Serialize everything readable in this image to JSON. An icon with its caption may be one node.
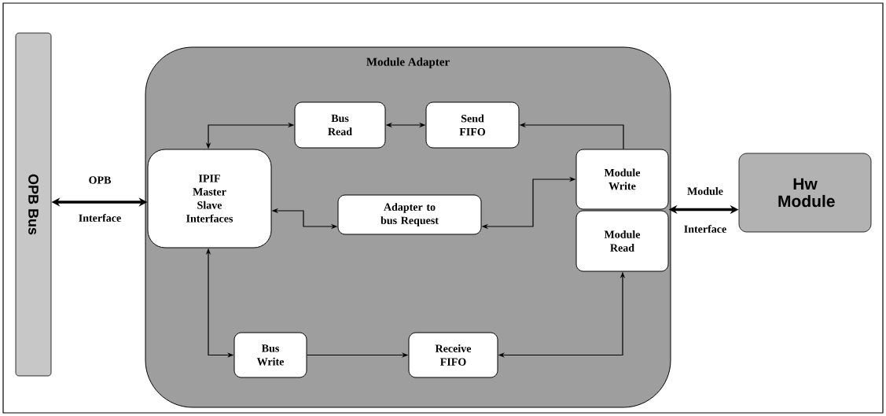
{
  "diagram": {
    "nodes": [
      {
        "text": [
          "OPB Bus"
        ]
      },
      {
        "text": [
          "Module Adapter"
        ]
      },
      {
        "text": [
          "Bus Read"
        ],
        "in": 1
      },
      {
        "text": [
          "Send FIFO"
        ],
        "in": 1
      },
      {
        "text": [
          "IPIF Master Slave Interfaces"
        ],
        "in": 1
      },
      {
        "text": [
          "Module Write"
        ],
        "in": 1
      },
      {
        "text": [
          "Adapter to bus Request"
        ],
        "in": 1
      },
      {
        "text": [
          "Module Read"
        ],
        "in": 1
      },
      {
        "text": [
          "Bus Write"
        ],
        "in": 1
      },
      {
        "text": [
          "Receive FIFO"
        ],
        "in": 1
      },
      {
        "text": [
          "Hw Module"
        ]
      }
    ],
    "edges": [
      {
        "from": 0,
        "to": 4,
        "arrow": "both",
        "style": "thick"
      },
      {
        "from": 4,
        "to": 2,
        "arrow": "both"
      },
      {
        "from": 2,
        "to": 3,
        "arrow": "both"
      },
      {
        "from": 5,
        "to": 3,
        "arrow": "to"
      },
      {
        "from": 4,
        "to": 6,
        "arrow": "both"
      },
      {
        "from": 6,
        "to": 5,
        "arrow": "both"
      },
      {
        "from": 4,
        "to": 8,
        "arrow": "both"
      },
      {
        "from": 8,
        "to": 9,
        "arrow": "to"
      },
      {
        "from": 7,
        "to": 9,
        "arrow": "both"
      },
      {
        "from": 5,
        "to": 10,
        "arrow": "both",
        "style": "thick"
      }
    ],
    "labels": [
      "OPB",
      "Interface",
      "Module",
      "Interface"
    ]
  }
}
